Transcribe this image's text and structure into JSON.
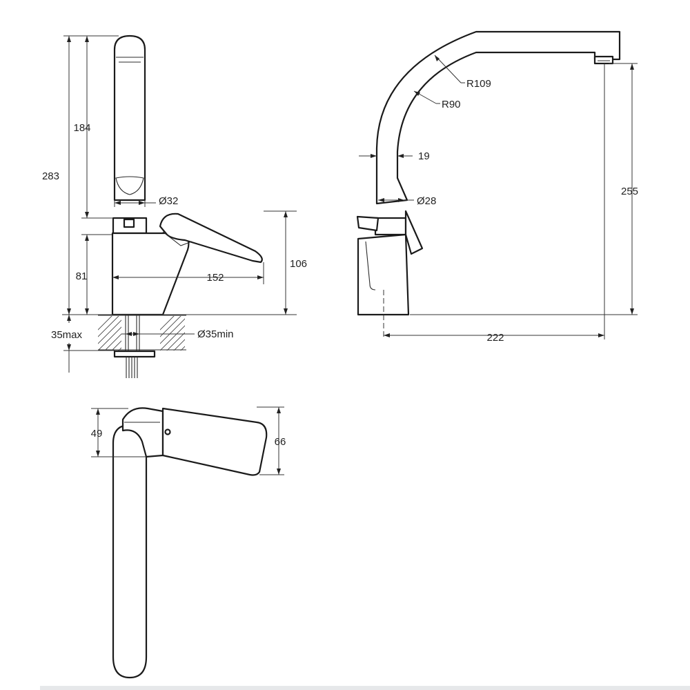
{
  "dimensions": {
    "side_view": {
      "total_height": "283",
      "spout_height": "184",
      "spout_diameter": "Ø32",
      "handle_height": "106",
      "body_height": "81",
      "handle_length": "152",
      "deck_thickness": "35max",
      "hole_diameter": "Ø35min"
    },
    "front_view": {
      "outer_radius": "R109",
      "inner_radius": "R90",
      "tube_offset": "19",
      "tube_diameter": "Ø28",
      "outlet_height": "255",
      "reach": "222"
    },
    "top_view": {
      "body_width": "49",
      "handle_width": "66"
    }
  }
}
